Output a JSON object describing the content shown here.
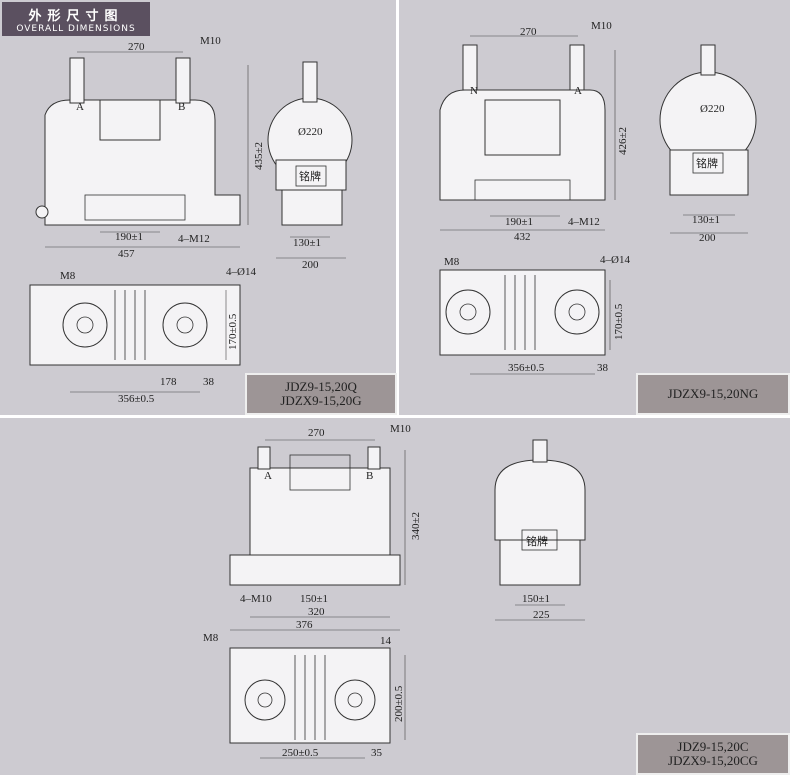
{
  "header": {
    "title_cn": "外形尺寸图",
    "title_en": "OVERALL DIMENSIONS"
  },
  "panel1": {
    "label_lines": [
      "JDZ9-15,20Q",
      "JDZX9-15,20G"
    ],
    "dims": {
      "w270": "270",
      "m10": "M10",
      "a": "A",
      "b": "B",
      "h435": "435±2",
      "dia220": "Ø220",
      "nameplate": "铭牌",
      "d190": "190±1",
      "m12": "4–M12",
      "w457": "457",
      "d130": "130±1",
      "w200": "200",
      "m8": "M8",
      "hole14": "4–Ø14",
      "d170": "170±0.5",
      "d178": "178",
      "d38": "38",
      "d356": "356±0.5"
    }
  },
  "panel2": {
    "label_lines": [
      "JDZX9-15,20NG"
    ],
    "dims": {
      "w270": "270",
      "m10": "M10",
      "n": "N",
      "a": "A",
      "h426": "426±2",
      "dia220": "Ø220",
      "nameplate": "铭牌",
      "d190": "190±1",
      "m12": "4–M12",
      "w432": "432",
      "d130": "130±1",
      "w200": "200",
      "m8": "M8",
      "hole14": "4–Ø14",
      "d170": "170±0.5",
      "d356": "356±0.5",
      "d38": "38"
    }
  },
  "panel3": {
    "label_lines": [
      "JDZ9-15,20C",
      "JDZX9-15,20CG"
    ],
    "dims": {
      "w270": "270",
      "m10": "M10",
      "a": "A",
      "b": "B",
      "h340": "340±2",
      "nameplate": "铭牌",
      "m10b": "4–M10",
      "d150": "150±1",
      "w320": "320",
      "w376": "376",
      "d150s": "150±1",
      "w225": "225",
      "m8": "M8",
      "d14": "14",
      "d200": "200±0.5",
      "d250": "250±0.5",
      "d35": "35"
    }
  }
}
